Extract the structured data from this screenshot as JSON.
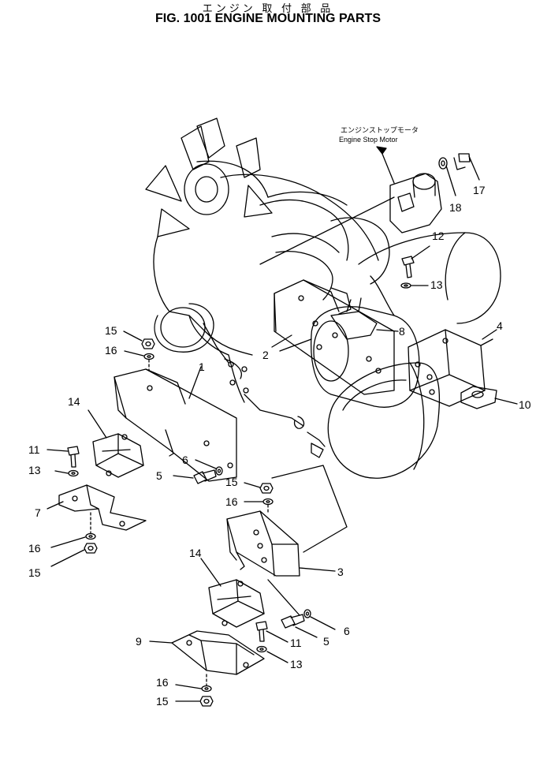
{
  "title_jp": "エンジン 取 付 部 品",
  "title": "FIG. 1001  ENGINE MOUNTING PARTS",
  "note_jp": "エンジンストップモータ",
  "note_en": "Engine Stop Motor",
  "callouts": [
    "1",
    "2",
    "3",
    "4",
    "5",
    "5",
    "6",
    "6",
    "7",
    "8",
    "9",
    "10",
    "11",
    "11",
    "12",
    "13",
    "13",
    "13",
    "14",
    "14",
    "15",
    "15",
    "15",
    "15",
    "16",
    "16",
    "16",
    "16",
    "17",
    "18"
  ]
}
